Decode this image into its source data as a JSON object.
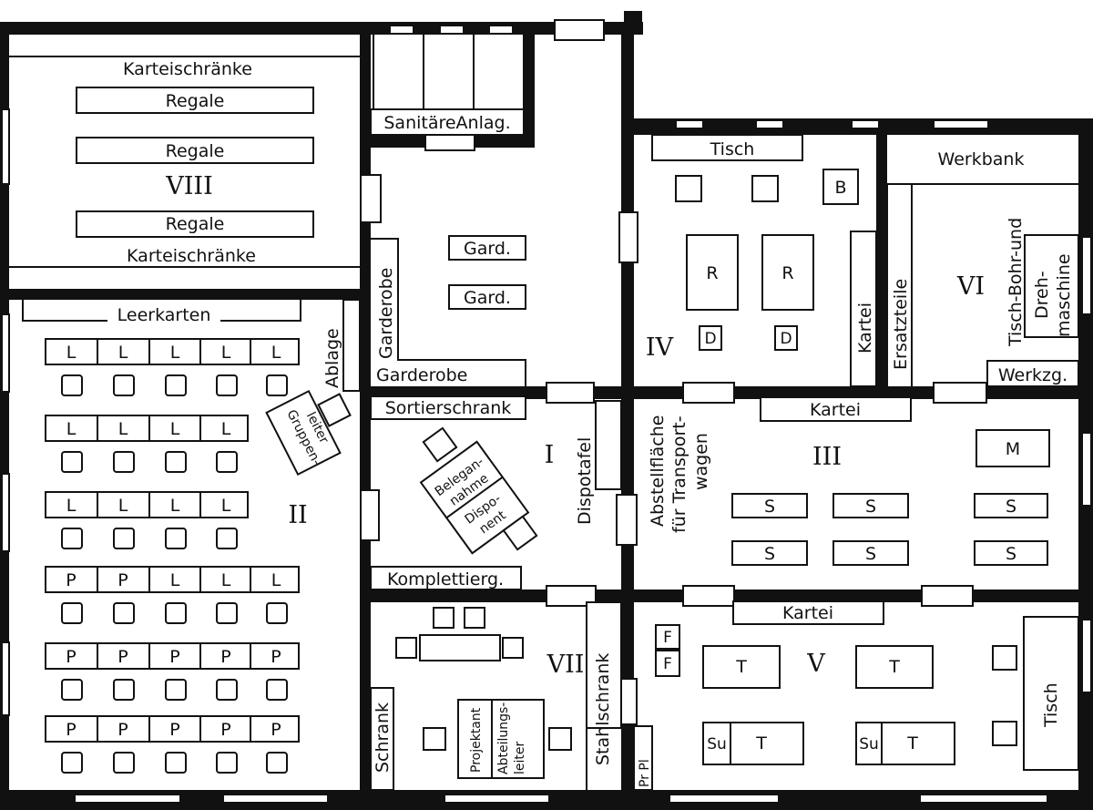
{
  "rooms": {
    "I": "I",
    "II": "II",
    "III": "III",
    "IV": "IV",
    "V": "V",
    "VI": "VI",
    "VII": "VII",
    "VIII": "VIII"
  },
  "labels": {
    "karteischraenke": "Karteischränke",
    "regale": "Regale",
    "leerkarten": "Leerkarten",
    "ablage": "Ablage",
    "gruppenleiter_1": "Gruppen-",
    "gruppenleiter_2": "leiter",
    "sanitaere": "SanitäreAnlag.",
    "gard": "Gard.",
    "garderobe": "Garderobe",
    "sortierschrank": "Sortierschrank",
    "belegannahme_1": "Belegan-",
    "belegannahme_2": "nahme",
    "disponent_1": "Dispo-",
    "disponent_2": "nent",
    "dispotafel": "Dispotafel",
    "komplettierg": "Komplettierg.",
    "tisch": "Tisch",
    "werkbank": "Werkbank",
    "kartei": "Kartei",
    "ersatzteile": "Ersatzteile",
    "tischbohr_1": "Tisch-Bohr-und",
    "tischbohr_2": "Dreh-",
    "tischbohr_3": "maschine",
    "werkzg": "Werkzg.",
    "abstell_1": "Abstellfläche",
    "abstell_2": "für Transport-",
    "abstell_3": "wagen",
    "stahlschrank": "Stahlschrank",
    "schrank": "Schrank",
    "projektant": "Projektant",
    "abteilungs_1": "Abteilungs-",
    "abteilungs_2": "leiter",
    "prpl": "Pr Pl",
    "L": "L",
    "P": "P",
    "B": "B",
    "R": "R",
    "D": "D",
    "M": "M",
    "S": "S",
    "T": "T",
    "F": "F",
    "Su": "Su"
  },
  "room2_desks": [
    [
      "L",
      "L",
      "L",
      "L",
      "L"
    ],
    [
      "L",
      "L",
      "L",
      "L"
    ],
    [
      "L",
      "L",
      "L",
      "L"
    ],
    [
      "P",
      "P",
      "L",
      "L",
      "L"
    ],
    [
      "P",
      "P",
      "P",
      "P",
      "P"
    ],
    [
      "P",
      "P",
      "P",
      "P",
      "P"
    ]
  ]
}
